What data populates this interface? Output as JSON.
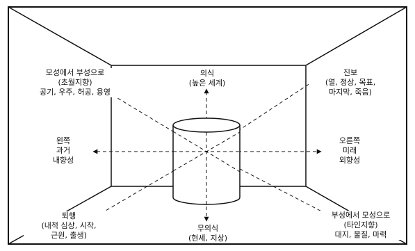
{
  "labels": {
    "top_left": [
      "모성에서 부성으로",
      "(초월지향)",
      "공기, 우주, 허공, 용영"
    ],
    "top": [
      "의식",
      "(높은 세계)"
    ],
    "top_right": [
      "진보",
      "(열, 정상, 목표,",
      "마지막, 죽음)"
    ],
    "left": [
      "왼쪽",
      "과거",
      "내향성"
    ],
    "right": [
      "오른쪽",
      "미래",
      "외향성"
    ],
    "bottom_left": [
      "퇴행",
      "(내적 심상, 시작,",
      "근원, 출생)"
    ],
    "bottom": [
      "무의식",
      "(현세, 지상)"
    ],
    "bottom_right": [
      "부성에서 모성으로",
      "(타인지향)",
      "대지, 물질, 마력"
    ]
  }
}
